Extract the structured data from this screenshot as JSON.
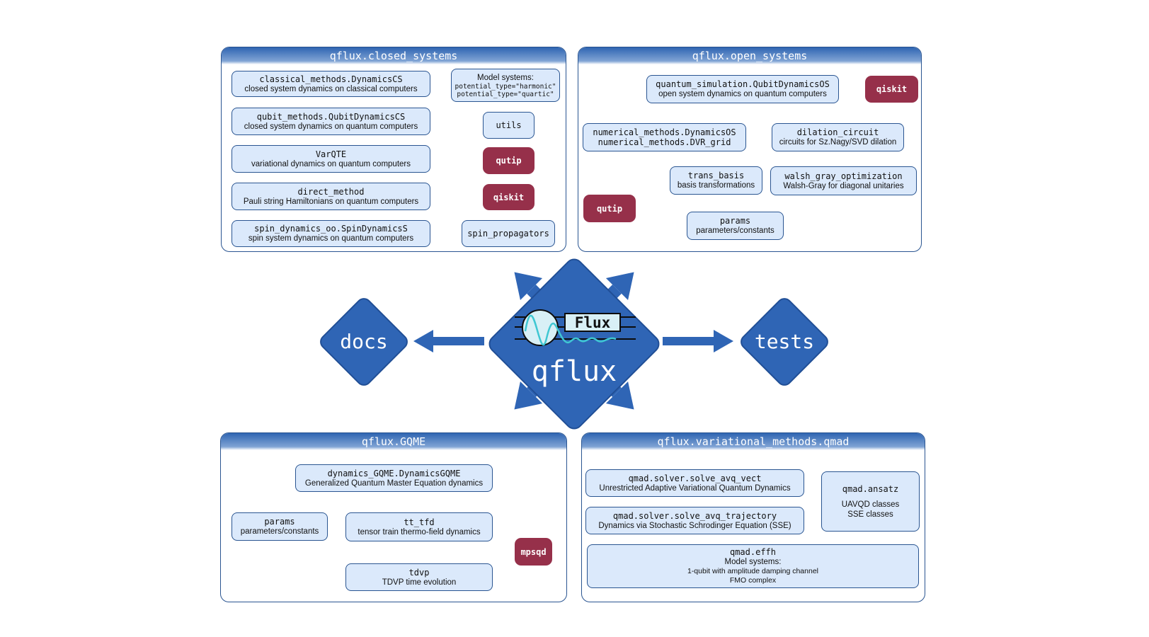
{
  "center": {
    "title": "qflux",
    "logo_text": "Flux",
    "left": "docs",
    "right": "tests"
  },
  "closed": {
    "title": "qflux.closed_systems",
    "boxes": [
      {
        "name": "classical_methods.DynamicsCS",
        "desc": "closed system dynamics on classical computers"
      },
      {
        "name": "qubit_methods.QubitDynamicsCS",
        "desc": "closed system dynamics on quantum computers"
      },
      {
        "name": "VarQTE",
        "desc": "variational dynamics on quantum computers"
      },
      {
        "name": "direct_method",
        "desc": "Pauli string Hamiltonians on quantum computers"
      },
      {
        "name": "spin_dynamics_oo.SpinDynamicsS",
        "desc": "spin system dynamics on quantum computers"
      }
    ],
    "model": {
      "title": "Model systems:",
      "line1": "potential_type=\"harmonic\"",
      "line2": "potential_type=\"quartic\""
    },
    "utils": "utils",
    "qutip": "qutip",
    "qiskit": "qiskit",
    "spin_propagators": "spin_propagators"
  },
  "open": {
    "title": "qflux.open_systems",
    "qubit": {
      "name": "quantum_simulation.QubitDynamicsOS",
      "desc": "open system dynamics on quantum computers"
    },
    "numerical": {
      "line1": "numerical_methods.DynamicsOS",
      "line2": "numerical_methods.DVR_grid"
    },
    "dilation": {
      "name": "dilation_circuit",
      "desc": "circuits for Sz.Nagy/SVD dilation"
    },
    "trans": {
      "name": "trans_basis",
      "desc": "basis transformations"
    },
    "walsh": {
      "name": "walsh_gray_optimization",
      "desc": "Walsh-Gray for diagonal unitaries"
    },
    "params": {
      "name": "params",
      "desc": "parameters/constants"
    },
    "qiskit": "qiskit",
    "qutip": "qutip"
  },
  "gqme": {
    "title": "qflux.GQME",
    "dynamics": {
      "name": "dynamics_GQME.DynamicsGQME",
      "desc": "Generalized Quantum Master Equation dynamics"
    },
    "params": {
      "name": "params",
      "desc": "parameters/constants"
    },
    "tt": {
      "name": "tt_tfd",
      "desc": "tensor train thermo-field dynamics"
    },
    "tdvp": {
      "name": "tdvp",
      "desc": "TDVP time evolution"
    },
    "mpsqd": "mpsqd"
  },
  "qmad": {
    "title": "qflux.variational_methods.qmad",
    "vect": {
      "name": "qmad.solver.solve_avq_vect",
      "desc": "Unrestricted Adaptive Variational Quantum Dynamics"
    },
    "traj": {
      "name": "qmad.solver.solve_avq_trajectory",
      "desc": "Dynamics via Stochastic Schrodinger Equation (SSE)"
    },
    "ansatz": {
      "name": "qmad.ansatz",
      "line1": "UAVQD classes",
      "line2": "SSE classes"
    },
    "effh": {
      "name": "qmad.effh",
      "title": "Model systems:",
      "line1": "1-qubit with amplitude damping channel",
      "line2": "FMO complex"
    }
  },
  "colors": {
    "panel_border": "#2a5591",
    "box_fill": "#dbe9fb",
    "external": "#96304a",
    "center_blue": "#2f65b5",
    "arrow_blue": "#2a5591",
    "arrow_red": "#a33048"
  }
}
